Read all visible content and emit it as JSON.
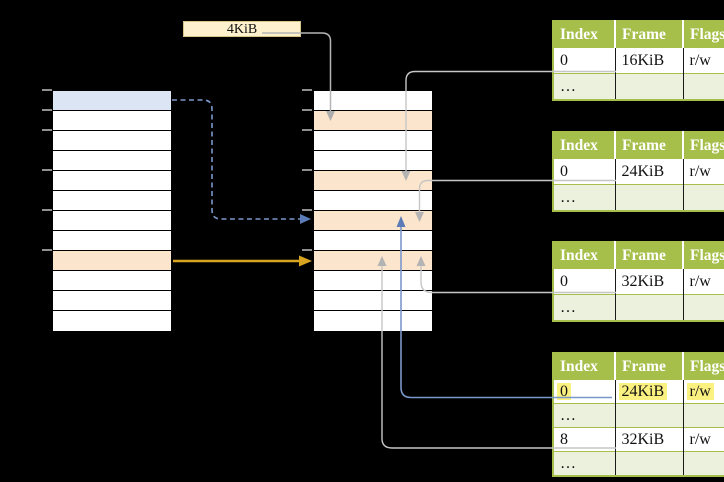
{
  "page_size_box": {
    "label": "4KiB"
  },
  "left_column": {
    "rows": 12,
    "highlights": {
      "0": "blue",
      "8": "orange"
    }
  },
  "middle_column": {
    "rows": 12,
    "highlights": {
      "1": "orange",
      "4": "orange",
      "6": "orange",
      "8": "orange"
    }
  },
  "frame_tables": [
    {
      "header": [
        "Index",
        "Frame",
        "Flags"
      ],
      "rows": [
        [
          "0",
          "16KiB",
          "r/w"
        ],
        [
          "…",
          "",
          ""
        ]
      ]
    },
    {
      "header": [
        "Index",
        "Frame",
        "Flags"
      ],
      "rows": [
        [
          "0",
          "24KiB",
          "r/w"
        ],
        [
          "…",
          "",
          ""
        ]
      ]
    },
    {
      "header": [
        "Index",
        "Frame",
        "Flags"
      ],
      "rows": [
        [
          "0",
          "32KiB",
          "r/w"
        ],
        [
          "…",
          "",
          ""
        ]
      ]
    },
    {
      "header": [
        "Index",
        "Frame",
        "Flags"
      ],
      "rows": [
        [
          "0",
          "24KiB",
          "r/w"
        ],
        [
          "…",
          "",
          ""
        ],
        [
          "8",
          "32KiB",
          "r/w"
        ],
        [
          "…",
          "",
          ""
        ]
      ],
      "highlighted_row": 0
    }
  ],
  "colors": {
    "table_header_green": "#a6bf4b",
    "table_alt_row_green": "#ebf1dd",
    "entry_orange": "#fce5cd",
    "entry_blue": "#dbe5f4",
    "label_cream": "#fdf1ce",
    "highlight_yellow": "#fbf180",
    "arrow_gray": "#c4c4c4",
    "arrow_blue": "#7b97cb",
    "arrow_orange": "#d9a521"
  }
}
